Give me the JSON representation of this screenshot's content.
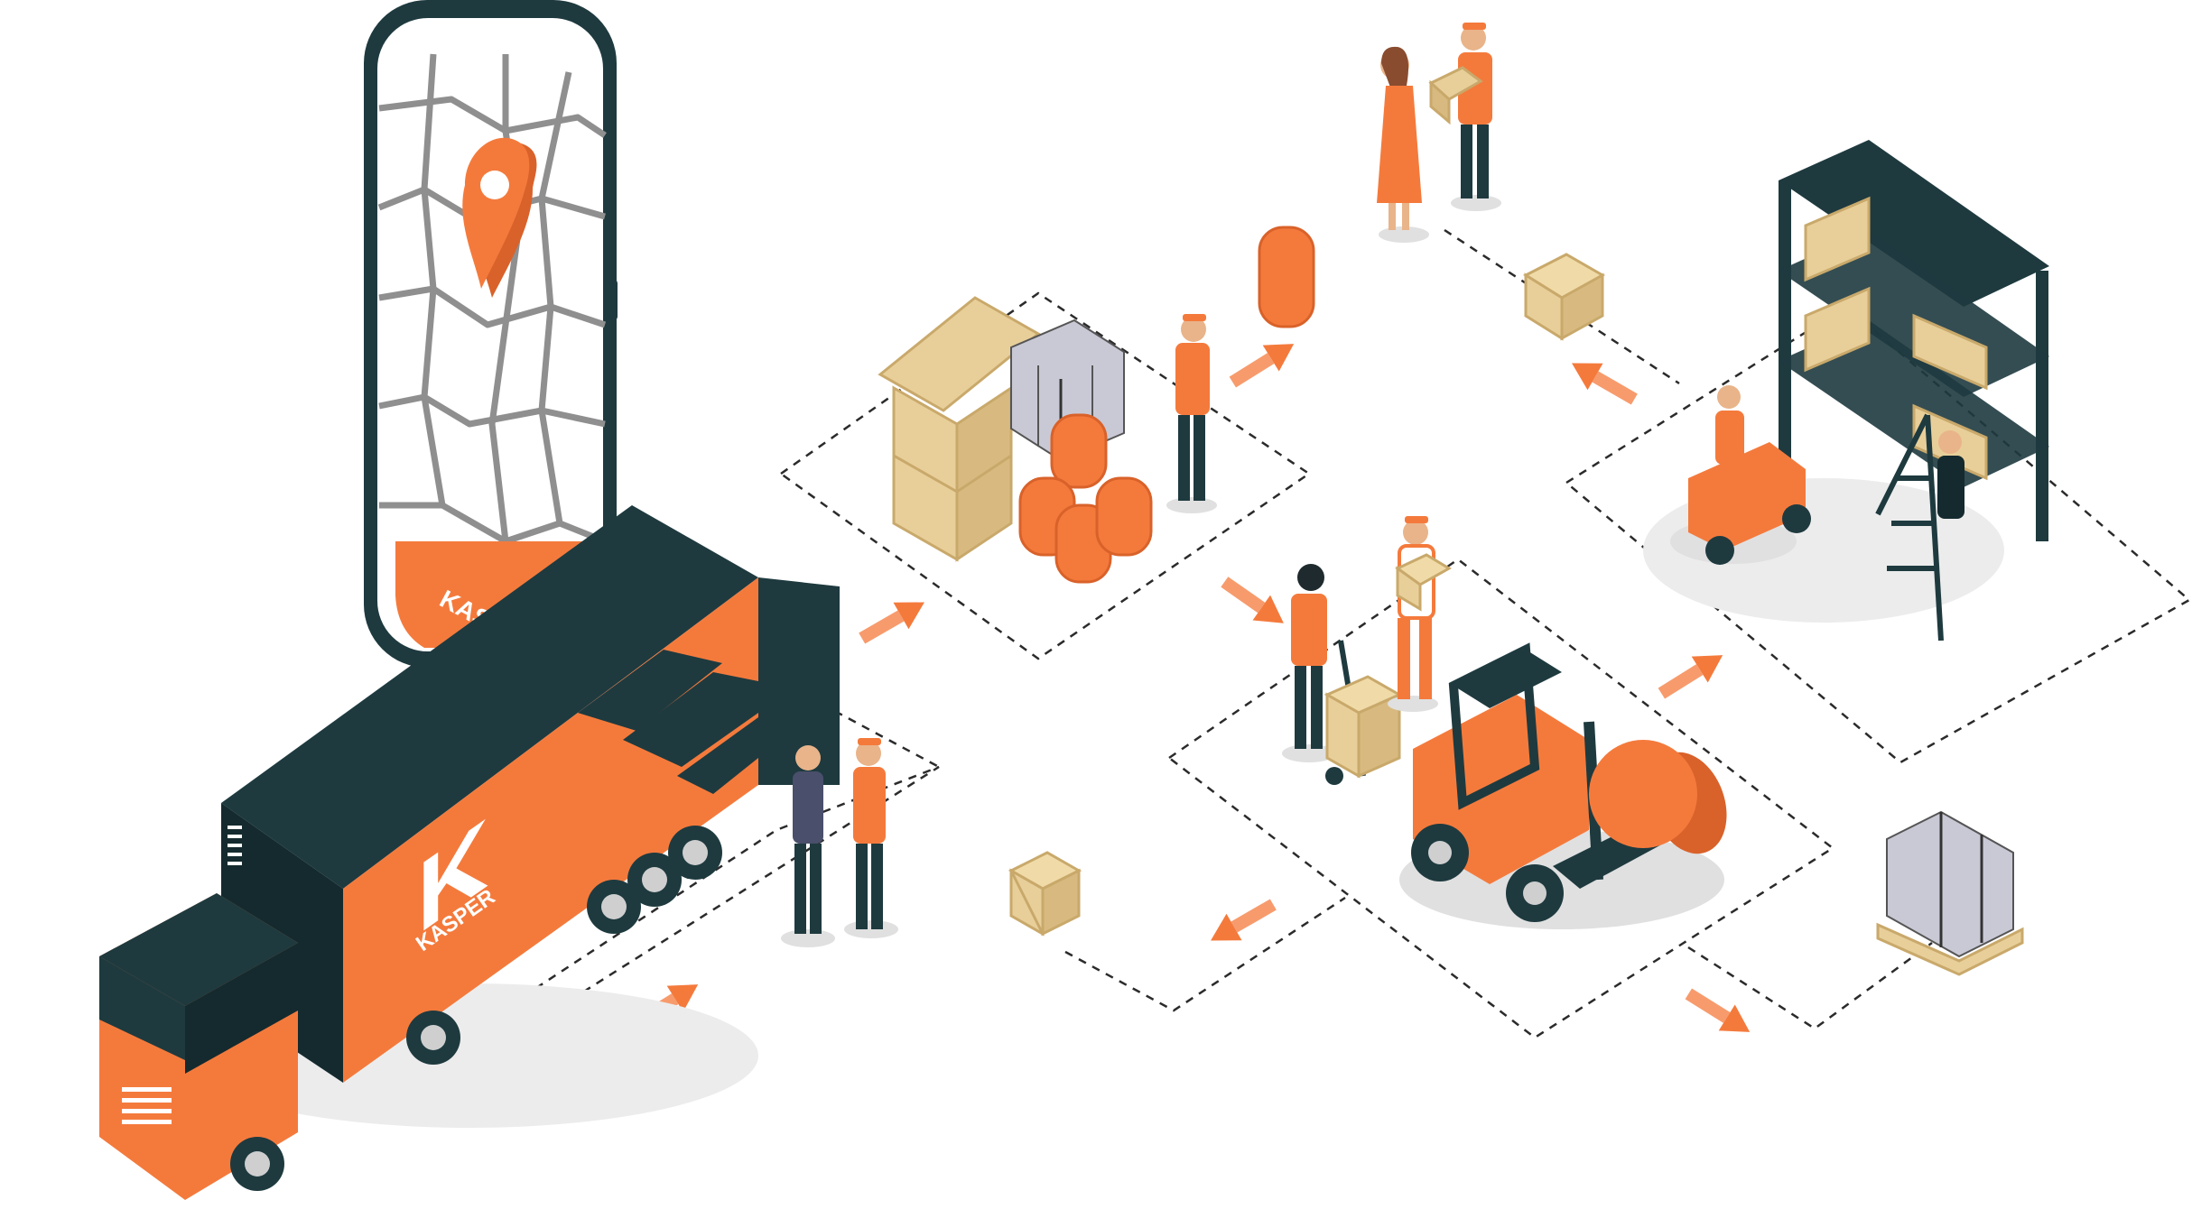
{
  "colors": {
    "orange": "#f47a3c",
    "orange_dark": "#d9622a",
    "navy": "#1e3a3f",
    "navy_dark": "#142a2e",
    "wood": "#e8cf9a",
    "wood_dark": "#c9a96b",
    "grey_floor": "#ececec",
    "line": "#2b2b2b"
  },
  "phone": {
    "app_button_label": "KASPER",
    "icons": [
      "map-pin-icon"
    ]
  },
  "truck": {
    "brand_name": "KASPER",
    "brand_letter": "K"
  }
}
